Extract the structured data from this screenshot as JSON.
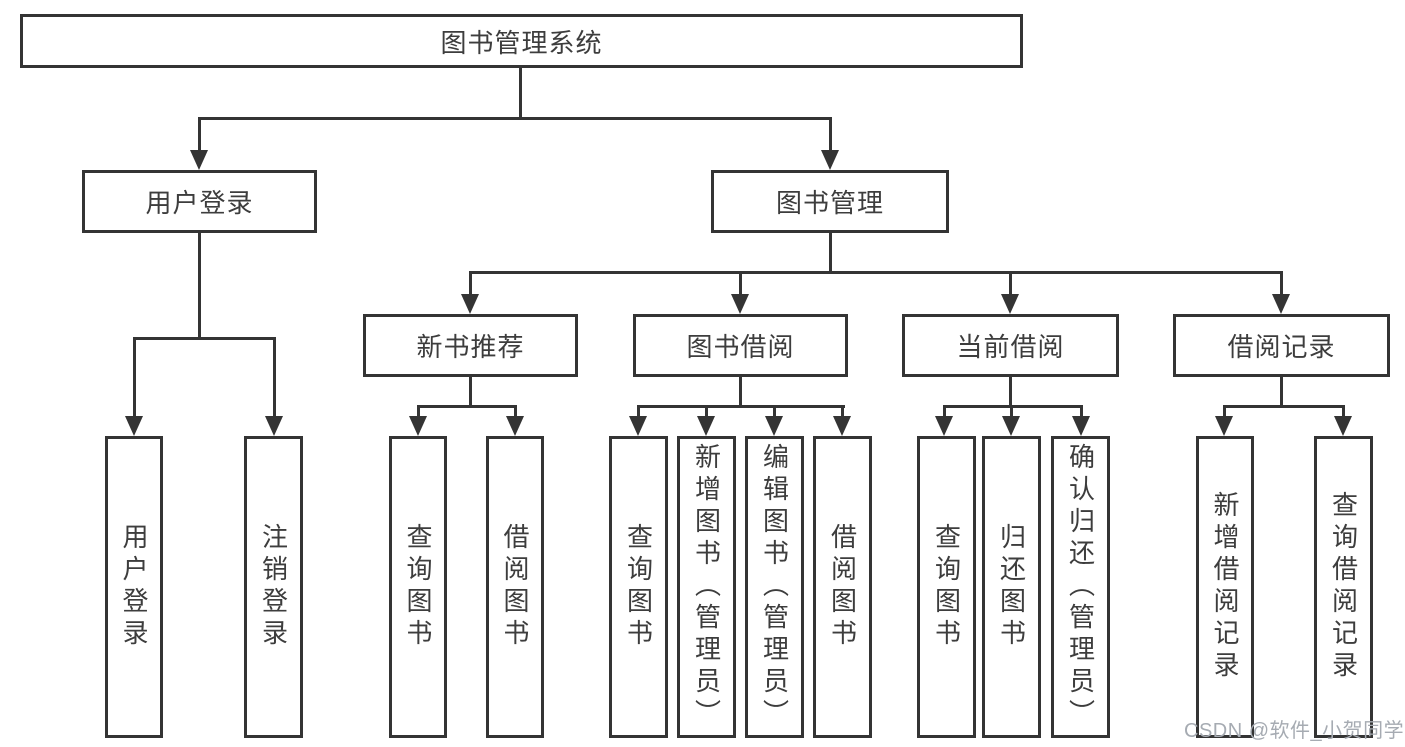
{
  "tree": {
    "label": "图书管理系统",
    "children": [
      {
        "label": "用户登录",
        "children": [
          {
            "label": "用户登录"
          },
          {
            "label": "注销登录"
          }
        ]
      },
      {
        "label": "图书管理",
        "children": [
          {
            "label": "新书推荐",
            "children": [
              {
                "label": "查询图书"
              },
              {
                "label": "借阅图书"
              }
            ]
          },
          {
            "label": "图书借阅",
            "children": [
              {
                "label": "查询图书"
              },
              {
                "label": "新增图书（管理员）"
              },
              {
                "label": "编辑图书（管理员）"
              },
              {
                "label": "借阅图书"
              }
            ]
          },
          {
            "label": "当前借阅",
            "children": [
              {
                "label": "查询图书"
              },
              {
                "label": "归还图书"
              },
              {
                "label": "确认归还（管理员）"
              }
            ]
          },
          {
            "label": "借阅记录",
            "children": [
              {
                "label": "新增借阅记录"
              },
              {
                "label": "查询借阅记录"
              }
            ]
          }
        ]
      }
    ]
  },
  "watermark": {
    "text": "CSDN @软件_小贺同学"
  },
  "colors": {
    "line": "#343434",
    "text": "#3d3d3d",
    "watermark": "#a6abb2",
    "background": "#ffffff"
  }
}
